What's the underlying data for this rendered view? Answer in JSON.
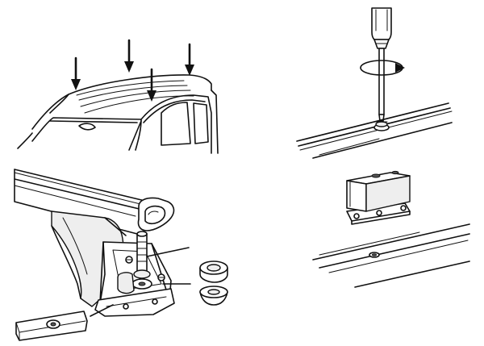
{
  "figure": {
    "panels": [
      {
        "id": "car-roof",
        "arrow_count": 4
      },
      {
        "id": "screwdriver-rail"
      },
      {
        "id": "roof-bar-foot"
      },
      {
        "id": "mounting-block-rail"
      }
    ],
    "colors": {
      "ink": "#111111",
      "paper": "#ffffff",
      "shade": "#eeeeee"
    }
  }
}
